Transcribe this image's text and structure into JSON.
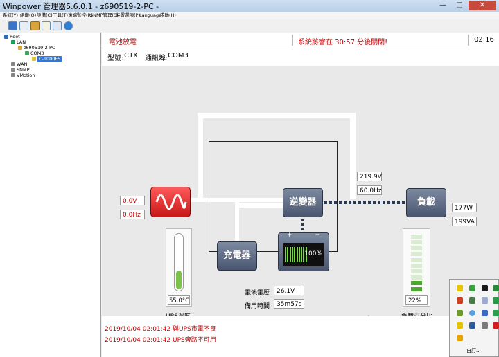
{
  "window": {
    "title": "Winpower 管理器5.6.0.1  - z690519-2-PC -",
    "min": "—",
    "max": "□",
    "close": "✕"
  },
  "menu": [
    "系統(Y)",
    "組織(O)",
    "設備(C)",
    "工具(T)",
    "遠端監控(R)",
    "SNMP管理(S)",
    "裝置選項(P)",
    "Language",
    "求助(H)"
  ],
  "tree": {
    "root": "Root",
    "lan": "LAN",
    "pc": "z690519-2-PC",
    "com": "COM3",
    "device": "C-1000FS",
    "wan": "WAN",
    "snmp": "SNMP",
    "vmotion": "VMotion"
  },
  "status": {
    "mode": "電池放電",
    "shutdown_msg": "系統將會在 30:57 分後關閉!",
    "time": "02:16"
  },
  "model": {
    "type_label": "型號:",
    "type_value": "C1K",
    "port_label": "通訊埠:",
    "port_value": "COM3"
  },
  "input": {
    "voltage": "0.0V",
    "frequency": "0.0Hz"
  },
  "output": {
    "voltage": "219.9V",
    "frequency": "60.0Hz"
  },
  "load": {
    "watts": "177W",
    "va": "199VA",
    "percent_text": "22%",
    "percent": 0.22,
    "label": "負載百分比"
  },
  "blocks": {
    "inverter": "逆變器",
    "charger": "充電器",
    "load": "負載"
  },
  "battery": {
    "percent_text": "100%",
    "voltage_label": "電池電壓",
    "voltage": "26.1V",
    "runtime_label": "備用時間",
    "runtime": "35m57s"
  },
  "temperature": {
    "value": "55.0°C",
    "label": "UPS溫度",
    "level": 0.35
  },
  "log": [
    "2019/10/04 02:01:42  與UPS市電不良",
    "2019/10/04 02:01:42  UPS旁路不可用"
  ],
  "tray": {
    "customize": "自訂..."
  },
  "colors": {
    "alert": "#c00000",
    "block": "#56627a",
    "battery_bar": "#7bd44a",
    "thermo": "#7bc24a"
  }
}
